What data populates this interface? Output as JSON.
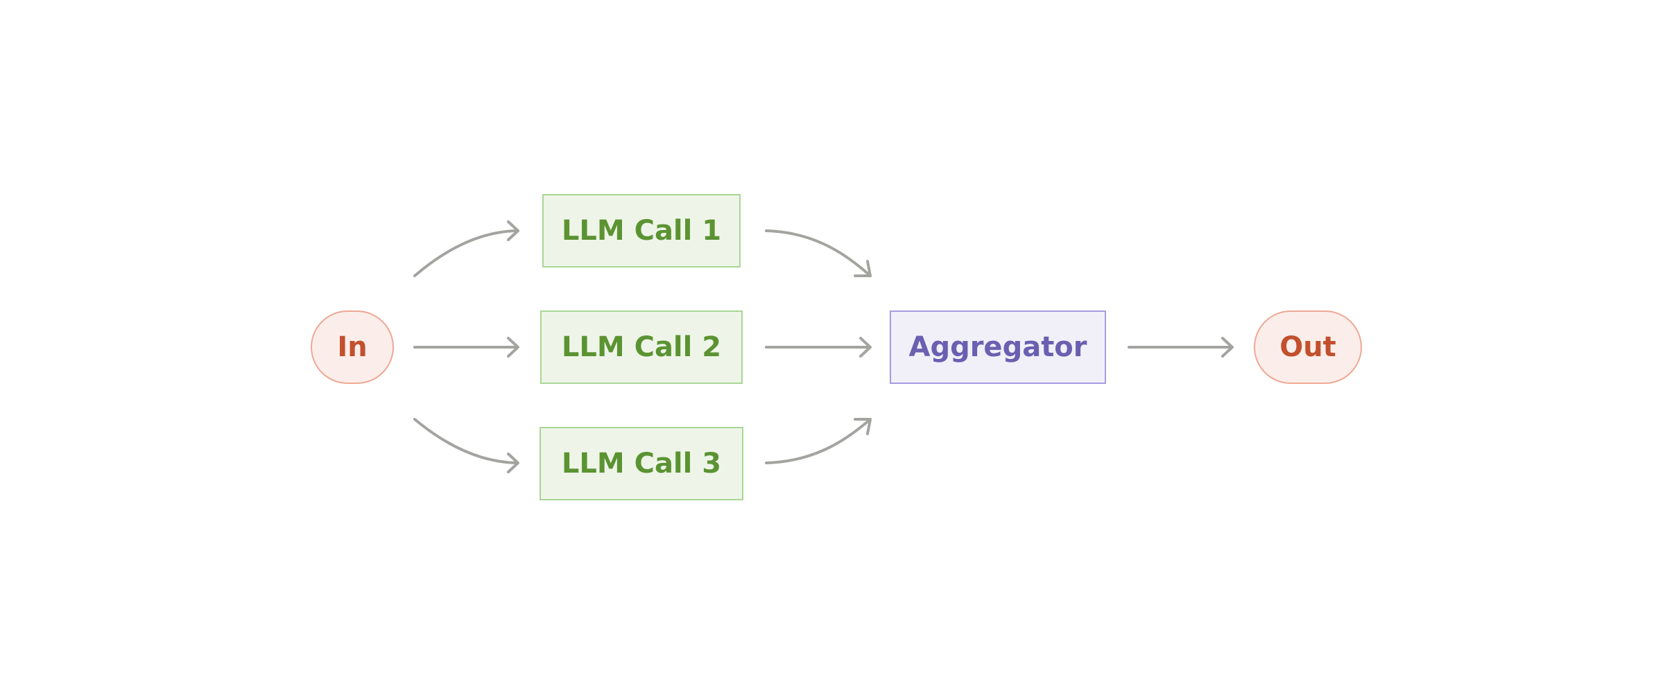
{
  "diagram": {
    "nodes": {
      "in": "In",
      "llm_call_1": "LLM Call 1",
      "llm_call_2": "LLM Call 2",
      "llm_call_3": "LLM Call 3",
      "aggregator": "Aggregator",
      "out": "Out"
    },
    "edges": [
      {
        "from": "In",
        "to": "LLM Call 1"
      },
      {
        "from": "In",
        "to": "LLM Call 2"
      },
      {
        "from": "In",
        "to": "LLM Call 3"
      },
      {
        "from": "LLM Call 1",
        "to": "Aggregator"
      },
      {
        "from": "LLM Call 2",
        "to": "Aggregator"
      },
      {
        "from": "LLM Call 3",
        "to": "Aggregator"
      },
      {
        "from": "Aggregator",
        "to": "Out"
      }
    ],
    "colors": {
      "terminal_fill": "#fbeeea",
      "terminal_border": "#eea894",
      "terminal_text": "#c2502e",
      "llm_fill": "#eef5e8",
      "llm_border": "#a9d696",
      "llm_text": "#5b9332",
      "aggregator_fill": "#f1f0f9",
      "aggregator_border": "#a59ce0",
      "aggregator_text": "#6a5fb0",
      "arrow": "#a3a3a0"
    }
  }
}
